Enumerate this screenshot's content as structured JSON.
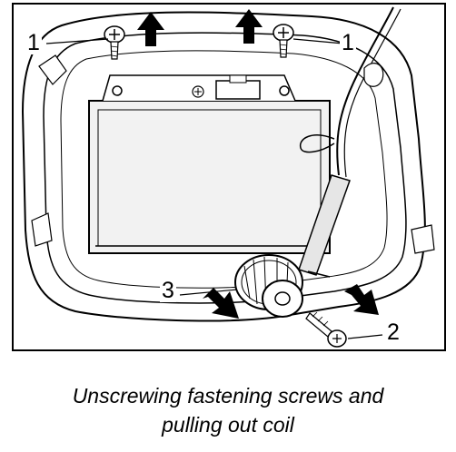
{
  "diagram": {
    "callouts": {
      "screw_left": "1",
      "screw_right": "1",
      "screw_bottom": "2",
      "coil": "3"
    }
  },
  "caption": {
    "line1": "Unscrewing fastening screws and",
    "line2": "pulling out coil"
  },
  "colors": {
    "line": "#000000",
    "background": "#ffffff",
    "fill_gray": "#e6e6e6"
  }
}
